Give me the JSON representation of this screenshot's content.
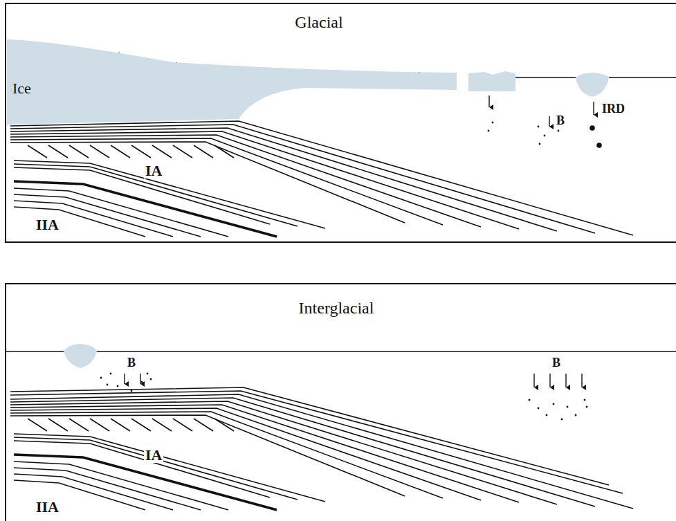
{
  "diagram": {
    "nodes": [
      {
        "text": [
          "Ice"
        ]
      }
    ],
    "labels": [
      "Glacial",
      "B",
      "IRD",
      "IA",
      "IIA",
      "Interglacial",
      "B",
      "B",
      "IA",
      "IIA"
    ]
  }
}
